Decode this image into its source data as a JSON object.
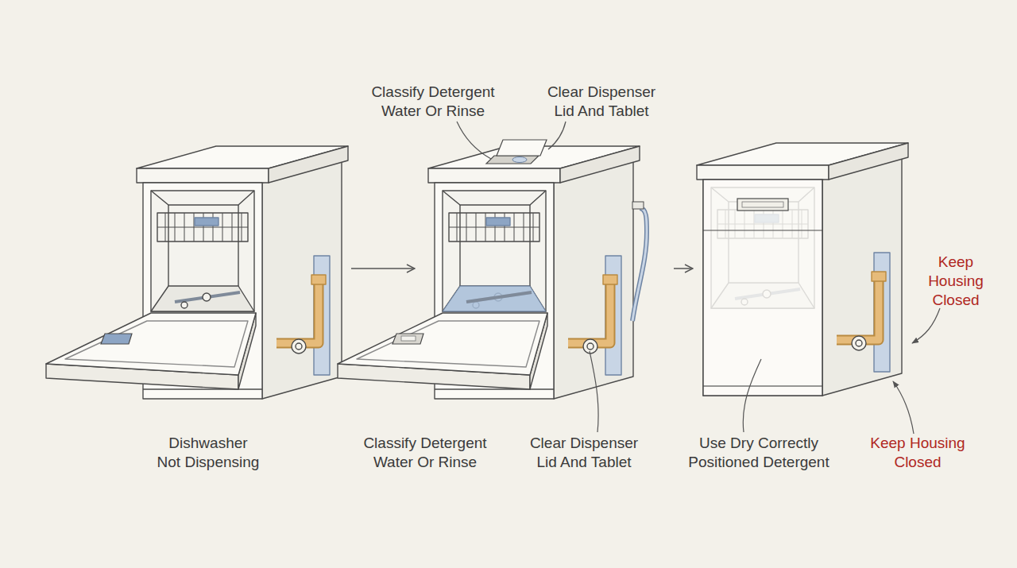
{
  "diagram": {
    "nodes": [
      {
        "text": [
          "Dishwasher Not Dispensing"
        ]
      },
      {
        "text": [
          "Classify Detergent Water Or Rinse",
          "Clear Dispenser Lid And Tablet"
        ]
      },
      {
        "text": [
          "Use Dry Correctly Positioned Detergent"
        ]
      }
    ],
    "edges": [
      {
        "from": 0,
        "to": 1,
        "arrow": "to"
      },
      {
        "from": 1,
        "to": 2,
        "arrow": "to"
      }
    ],
    "labels": [
      "Classify Detergent Water Or Rinse",
      "Clear Dispenser Lid And Tablet",
      "Keep Housing Closed",
      "Keep Housing Closed"
    ]
  }
}
